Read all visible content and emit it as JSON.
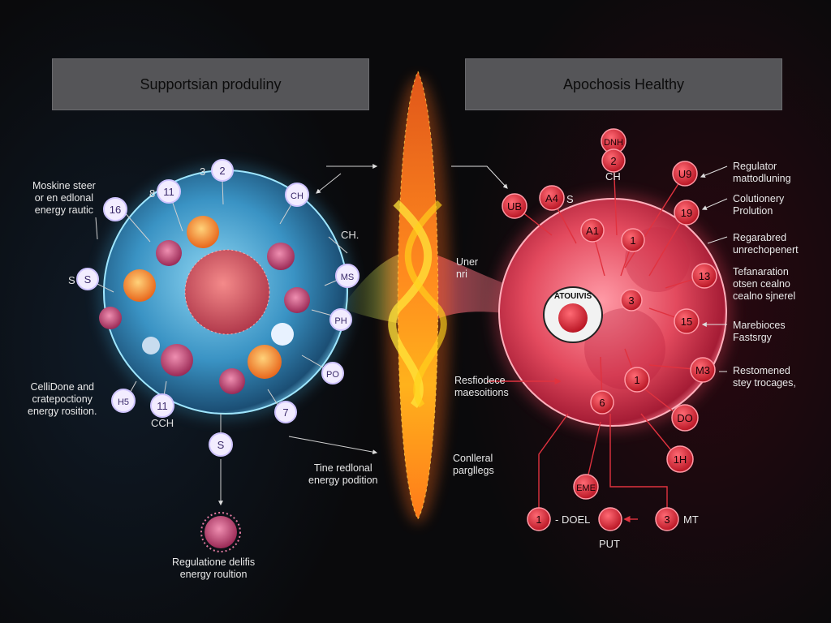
{
  "titles": {
    "left": "Supportsian produliny",
    "right": "Apochosis Healthy"
  },
  "left_labels": {
    "moskine": [
      "Moskine steer",
      "or en edlonal",
      "energy rautic"
    ],
    "cellidone": [
      "CelliDone and",
      "cratepoctiony",
      "energy rosition."
    ],
    "regulation": [
      "Regulatione delifis",
      "energy roultion"
    ],
    "tine": [
      "Tine redlonal",
      "energy podition"
    ]
  },
  "left_nodes": {
    "n2": "2",
    "n11a": "11",
    "n11b": "11",
    "nch": "CH",
    "n16": "16",
    "ns_top": "3",
    "n8_top": "8",
    "ms": "MS",
    "ch_dot": "CH.",
    "h5": "H5",
    "cch": "CCH",
    "ph": "PH",
    "po": "PO",
    "s_left": "S",
    "s_left2": "S",
    "n7": "7",
    "s_bot": "S"
  },
  "center_labels": {
    "uner": [
      "Uner",
      "nri"
    ],
    "resfiodece": [
      "Resfiodece",
      "maesoitions"
    ],
    "conlleral": [
      "Conlleral",
      "pargllegs"
    ]
  },
  "right_labels": {
    "regulator": [
      "Regulator",
      "mattodluning"
    ],
    "colutionery": [
      "Colutionery",
      "Prolution"
    ],
    "regarabred": [
      "Regarabred",
      "unrechopenert"
    ],
    "tefanaration": [
      "Tefanaration",
      "otsen cealno",
      "cealno sjnerel"
    ],
    "marebioces": [
      "Marebioces",
      "Fastsrgy"
    ],
    "restomened": [
      "Restomened",
      "stey trocages,"
    ]
  },
  "right_nodes": {
    "dnh": "DNH",
    "n2": "2",
    "ch": "CH",
    "u9": "U9",
    "n19": "19",
    "ub": "UB",
    "a4": "A4",
    "s_a": "S",
    "a1": "A1",
    "n1_top": "1",
    "n13": "13",
    "n3": "3",
    "n15": "15",
    "m3": "M3",
    "n1_mid": "1",
    "n6": "6",
    "do": "DO",
    "n1h": "1H",
    "eme": "EME",
    "n1_bot": "1",
    "doel": "- DOEL",
    "n3_bot": "3",
    "mt": "MT",
    "put": "PUT"
  },
  "center_badge": "ATOUIVIS",
  "colors": {
    "background": "#0a0a0c",
    "title_box": "#555558",
    "left_cell": "#3fa9d8",
    "right_cell": "#e8455a",
    "dna_core": "#ff6a1a",
    "dna_helix": "#ffd21c",
    "node_red": "#d81e2c",
    "node_pale": "#f2ecff"
  },
  "icons": [
    "arrow-icon",
    "cell-icon",
    "dna-helix-icon",
    "virus-icon",
    "node-circle-icon"
  ]
}
